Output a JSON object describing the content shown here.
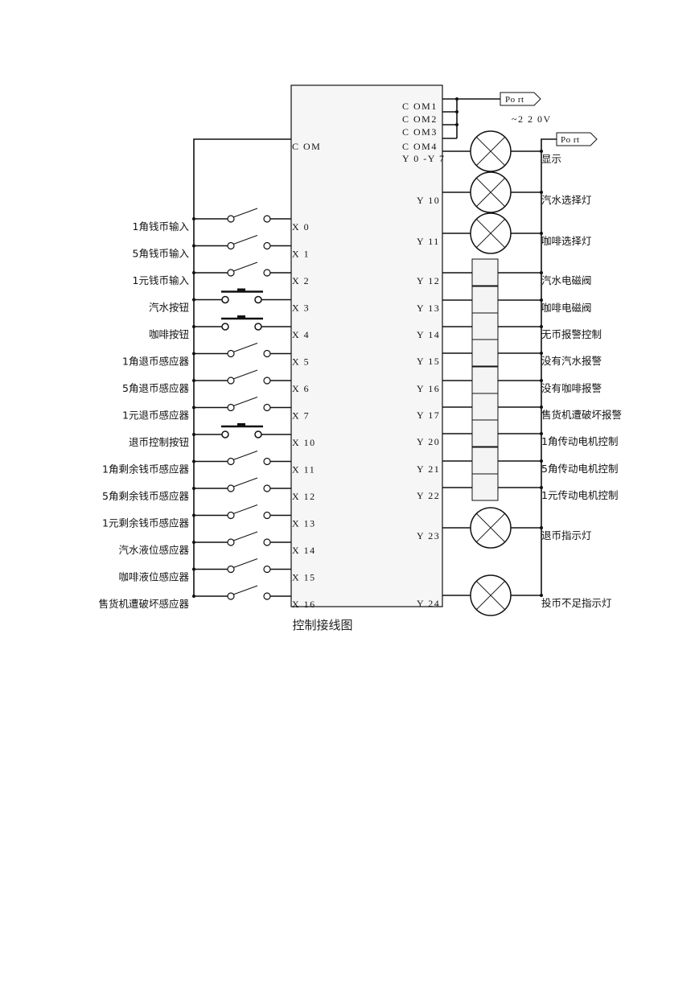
{
  "caption": "控制接线图",
  "plc": {
    "com_label": "C OM",
    "com_outputs": [
      "C OM1",
      "C OM2",
      "C OM3",
      "C OM4"
    ],
    "y0_label": "Y 0 -Y 7"
  },
  "ports": [
    {
      "label": "Po rt"
    },
    {
      "label": "Po rt"
    }
  ],
  "voltage": "~2 2 0V",
  "inputs": [
    {
      "label": "1角钱币输入",
      "pin": "X 0",
      "kind": "switch"
    },
    {
      "label": "5角钱币输入",
      "pin": "X 1",
      "kind": "switch"
    },
    {
      "label": "1元钱币输入",
      "pin": "X 2",
      "kind": "switch"
    },
    {
      "label": "汽水按钮",
      "pin": "X 3",
      "kind": "button"
    },
    {
      "label": "咖啡按钮",
      "pin": "X 4",
      "kind": "button"
    },
    {
      "label": "1角退币感应器",
      "pin": "X 5",
      "kind": "switch"
    },
    {
      "label": "5角退币感应器",
      "pin": "X 6",
      "kind": "switch"
    },
    {
      "label": "1元退币感应器",
      "pin": "X 7",
      "kind": "switch"
    },
    {
      "label": "退币控制按钮",
      "pin": "X 10",
      "kind": "button"
    },
    {
      "label": "1角剩余钱币感应器",
      "pin": "X 11",
      "kind": "switch"
    },
    {
      "label": "5角剩余钱币感应器",
      "pin": "X 12",
      "kind": "switch"
    },
    {
      "label": "1元剩余钱币感应器",
      "pin": "X 13",
      "kind": "switch"
    },
    {
      "label": "汽水液位感应器",
      "pin": "X 14",
      "kind": "switch"
    },
    {
      "label": "咖啡液位感应器",
      "pin": "X 15",
      "kind": "switch"
    },
    {
      "label": "售货机遭破坏感应器",
      "pin": "X 16",
      "kind": "switch"
    }
  ],
  "outputs": [
    {
      "label": "显示",
      "pin": "",
      "kind": "lamp"
    },
    {
      "label": "汽水选择灯",
      "pin": "Y 10",
      "kind": "lamp"
    },
    {
      "label": "咖啡选择灯",
      "pin": "Y 11",
      "kind": "lamp"
    },
    {
      "label": "汽水电磁阀",
      "pin": "Y 12",
      "kind": "coil"
    },
    {
      "label": "咖啡电磁阀",
      "pin": "Y 13",
      "kind": "coil"
    },
    {
      "label": "无币报警控制",
      "pin": "Y 14",
      "kind": "coil"
    },
    {
      "label": "没有汽水报警",
      "pin": "Y 15",
      "kind": "coil"
    },
    {
      "label": "没有咖啡报警",
      "pin": "Y 16",
      "kind": "coil"
    },
    {
      "label": "售货机遭破坏报警",
      "pin": "Y 17",
      "kind": "coil"
    },
    {
      "label": "1角传动电机控制",
      "pin": "Y 20",
      "kind": "coil"
    },
    {
      "label": "5角传动电机控制",
      "pin": "Y 21",
      "kind": "coil"
    },
    {
      "label": "1元传动电机控制",
      "pin": "Y 22",
      "kind": "coil"
    },
    {
      "label": "退币指示灯",
      "pin": "Y 23",
      "kind": "lamp"
    },
    {
      "label": "投币不足指示灯",
      "pin": "Y 24",
      "kind": "lamp"
    }
  ]
}
